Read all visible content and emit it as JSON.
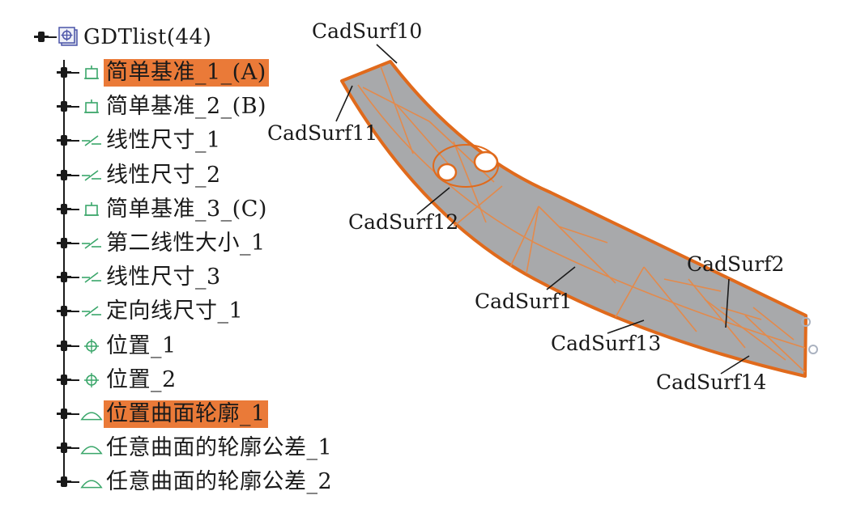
{
  "tree": {
    "root": {
      "label": "GDTlist(44)",
      "icon": "gdt-list-icon"
    },
    "items": [
      {
        "label": "简单基准_1_(A)",
        "icon": "datum-icon",
        "selected": true
      },
      {
        "label": "简单基准_2_(B)",
        "icon": "datum-icon",
        "selected": false
      },
      {
        "label": "线性尺寸_1",
        "icon": "linear-dimension-icon",
        "selected": false
      },
      {
        "label": "线性尺寸_2",
        "icon": "linear-dimension-icon",
        "selected": false
      },
      {
        "label": "简单基准_3_(C)",
        "icon": "datum-icon",
        "selected": false
      },
      {
        "label": "第二线性大小_1",
        "icon": "linear-dimension-icon",
        "selected": false
      },
      {
        "label": "线性尺寸_3",
        "icon": "linear-dimension-icon",
        "selected": false
      },
      {
        "label": "定向线尺寸_1",
        "icon": "linear-dimension-icon",
        "selected": false
      },
      {
        "label": "位置_1",
        "icon": "position-icon",
        "selected": false
      },
      {
        "label": "位置_2",
        "icon": "position-icon",
        "selected": false
      },
      {
        "label": "位置曲面轮廓_1",
        "icon": "surface-profile-icon",
        "selected": true
      },
      {
        "label": "任意曲面的轮廓公差_1",
        "icon": "surface-profile-icon",
        "selected": false
      },
      {
        "label": "任意曲面的轮廓公差_2",
        "icon": "surface-profile-icon",
        "selected": false
      }
    ]
  },
  "model": {
    "callouts": [
      {
        "label": "CadSurf10"
      },
      {
        "label": "CadSurf11"
      },
      {
        "label": "CadSurf12"
      },
      {
        "label": "CadSurf1"
      },
      {
        "label": "CadSurf2"
      },
      {
        "label": "CadSurf13"
      },
      {
        "label": "CadSurf14"
      }
    ]
  },
  "colors": {
    "selection": "#ea7a38",
    "part_fill": "#a8a9ab",
    "part_edge": "#e06a1c",
    "icon_green": "#3aa66a"
  }
}
